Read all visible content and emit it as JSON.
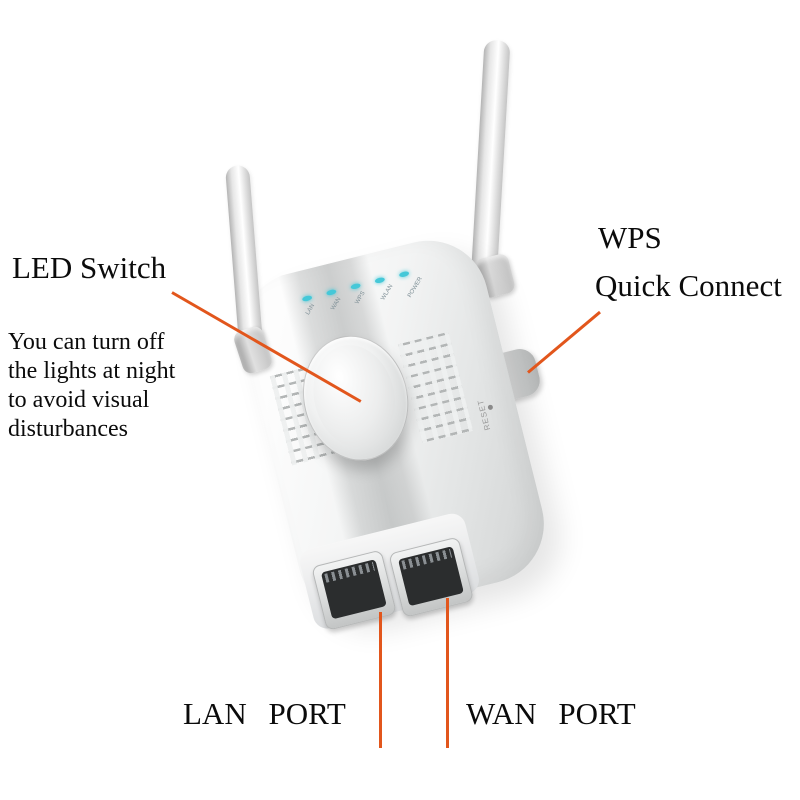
{
  "annotations": {
    "led_switch": {
      "title": "LED Switch",
      "lines": [
        "You can turn off",
        "the lights at night",
        "to avoid visual",
        "disturbances"
      ]
    },
    "wps": {
      "title": "WPS",
      "subtitle": "Quick Connect"
    },
    "ports": {
      "lan": "LAN PORT",
      "wan": "WAN PORT"
    }
  },
  "device": {
    "led_labels": [
      "LAN",
      "WAN",
      "WPS",
      "WLAN",
      "POWER"
    ],
    "reset_label": "RESET"
  },
  "colors": {
    "leader_line": "#e2561c",
    "led": "#45c8d8"
  }
}
